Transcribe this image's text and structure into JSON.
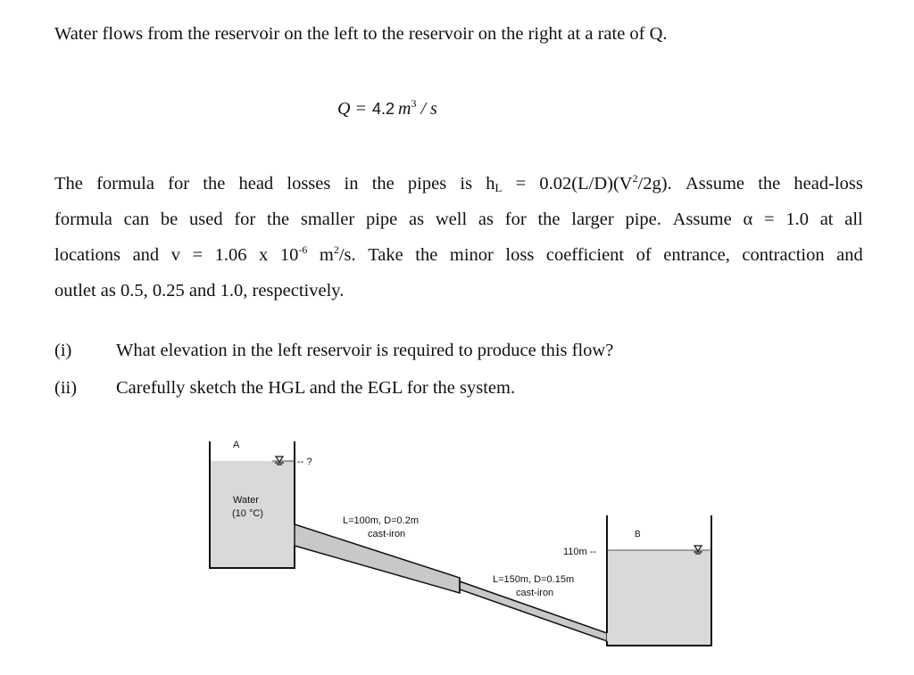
{
  "intro": "Water flows from the reservoir on the left to the reservoir on the right at a rate of Q.",
  "flow": {
    "symbol": "Q =",
    "value": "4.2",
    "unit": "m",
    "exponent": "3",
    "unit_tail": "/ s"
  },
  "paragraph": {
    "line1": [
      "The",
      "formula",
      "for",
      "the",
      "head",
      "losses",
      "in",
      "the",
      "pipes",
      "is",
      "h",
      "L",
      "=",
      "0.02(L/D)(V",
      "2",
      "/2g).",
      "Assume",
      "the",
      "head-loss"
    ],
    "line2": [
      "formula",
      "can",
      "be",
      "used",
      "for",
      "the",
      "smaller",
      "pipe",
      "as",
      "well",
      "as",
      "for",
      "the",
      "larger",
      "pipe.",
      "Assume",
      "α",
      "=",
      "1.0",
      "at",
      "all"
    ],
    "line3": [
      "locations",
      "and",
      "v",
      "=",
      "1.06",
      "x",
      "10",
      "-6",
      "m",
      "2",
      "/s.",
      "Take",
      "the",
      "minor",
      "loss",
      "coefficient",
      "of",
      "entrance,",
      "contraction",
      "and"
    ],
    "line4": "outlet as 0.5, 0.25 and 1.0, respectively."
  },
  "questions": [
    {
      "number": "(i)",
      "text": "What elevation in the left reservoir is required to produce this flow?"
    },
    {
      "number": "(ii)",
      "text": "Carefully sketch the HGL and the EGL for the system."
    }
  ],
  "figure": {
    "reservoir_a_label": "A",
    "reservoir_b_label": "B",
    "unknown_elevation": "-- ?",
    "fluid_label": "Water",
    "fluid_temp": "(10 °C)",
    "pipe1_label": "L=100m, D=0.2m",
    "pipe1_material": "cast-iron",
    "pipe2_label": "L=150m, D=0.15m",
    "pipe2_material": "cast-iron",
    "elevation_b": "110m --",
    "colors": {
      "water": "#d9d9d9",
      "pipe": "#c8c8c8",
      "outline": "#111111"
    }
  }
}
